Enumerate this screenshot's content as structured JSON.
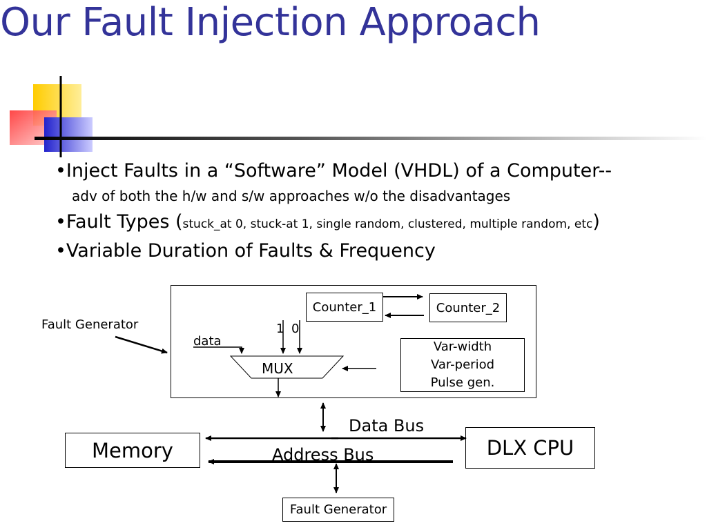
{
  "title": "Our Fault Injection Approach",
  "bullets": {
    "b1": "•Inject Faults in a “Software” Model (VHDL) of a Computer--",
    "b1_sub": "adv of both the h/w and s/w approaches w/o the disadvantages",
    "b2_prefix": "•Fault Types (",
    "b2_detail": "stuck_at 0, stuck-at 1, single random, clustered, multiple random, etc",
    "b2_suffix": ")",
    "b3": "•Variable Duration of Faults  & Frequency"
  },
  "diagram": {
    "fault_generator_top": "Fault Generator",
    "counter_1": "Counter_1",
    "counter_2": "Counter_2",
    "input_1": "1",
    "input_0": "0",
    "data": "data",
    "mux": "MUX",
    "pulse_gen": [
      "Var-width",
      "Var-period",
      "Pulse gen."
    ],
    "data_bus": "Data Bus",
    "address_bus": "Address Bus",
    "memory": "Memory",
    "dlx_cpu": "DLX CPU",
    "fault_generator_bottom": "Fault Generator"
  },
  "colors": {
    "title": "#333399",
    "accent_yellow": "#ffd700",
    "accent_red": "#ff4040",
    "accent_blue": "#3333cc"
  }
}
